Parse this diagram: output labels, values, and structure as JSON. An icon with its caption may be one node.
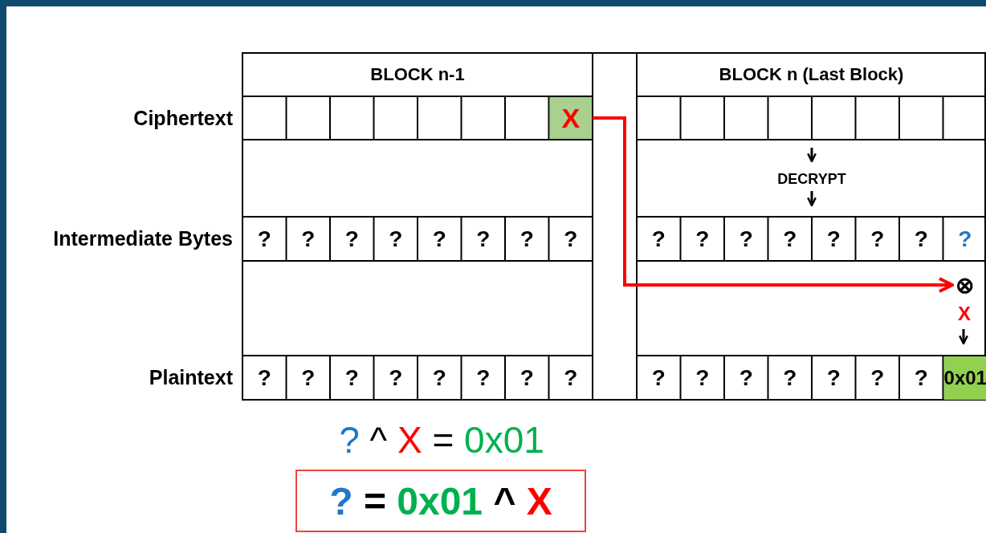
{
  "diagram": {
    "nodes": [
      {
        "text": [
          "X"
        ]
      },
      {
        "text": [
          "⊗"
        ]
      }
    ],
    "edges": [
      {
        "from": 0,
        "to": 1,
        "arrow": "to",
        "color": "#ff0000"
      }
    ],
    "labels": [
      "BLOCK n-1",
      "BLOCK n (Last Block)",
      "Ciphertext",
      "DECRYPT",
      "Intermediate Bytes",
      "?",
      "?",
      "?",
      "?",
      "?",
      "?",
      "?",
      "?",
      "?",
      "?",
      "?",
      "?",
      "?",
      "?",
      "?",
      "?",
      "X",
      "Plaintext",
      "?",
      "?",
      "?",
      "?",
      "?",
      "?",
      "?",
      "?",
      "?",
      "?",
      "?",
      "?",
      "?",
      "?",
      "?",
      "0x01",
      "? ^ X = 0x01",
      "? = 0x01 ^ X"
    ]
  }
}
